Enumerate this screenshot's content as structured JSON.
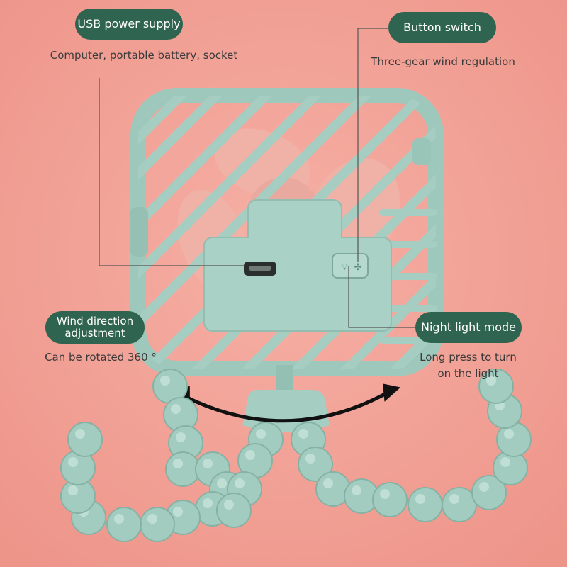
{
  "callouts": {
    "usb": {
      "label": "USB power supply",
      "desc": "Computer, portable battery, socket"
    },
    "button": {
      "label": "Button switch",
      "desc": "Three-gear wind regulation"
    },
    "wind": {
      "label": "Wind direction adjustment",
      "desc": "Can be rotated 360 °"
    },
    "night": {
      "label": "Night light mode",
      "desc": "Long press to turn on the light"
    }
  },
  "colors": {
    "background": "#f2a096",
    "product": "#a5cdc2",
    "label_pill": "#2f6450"
  }
}
